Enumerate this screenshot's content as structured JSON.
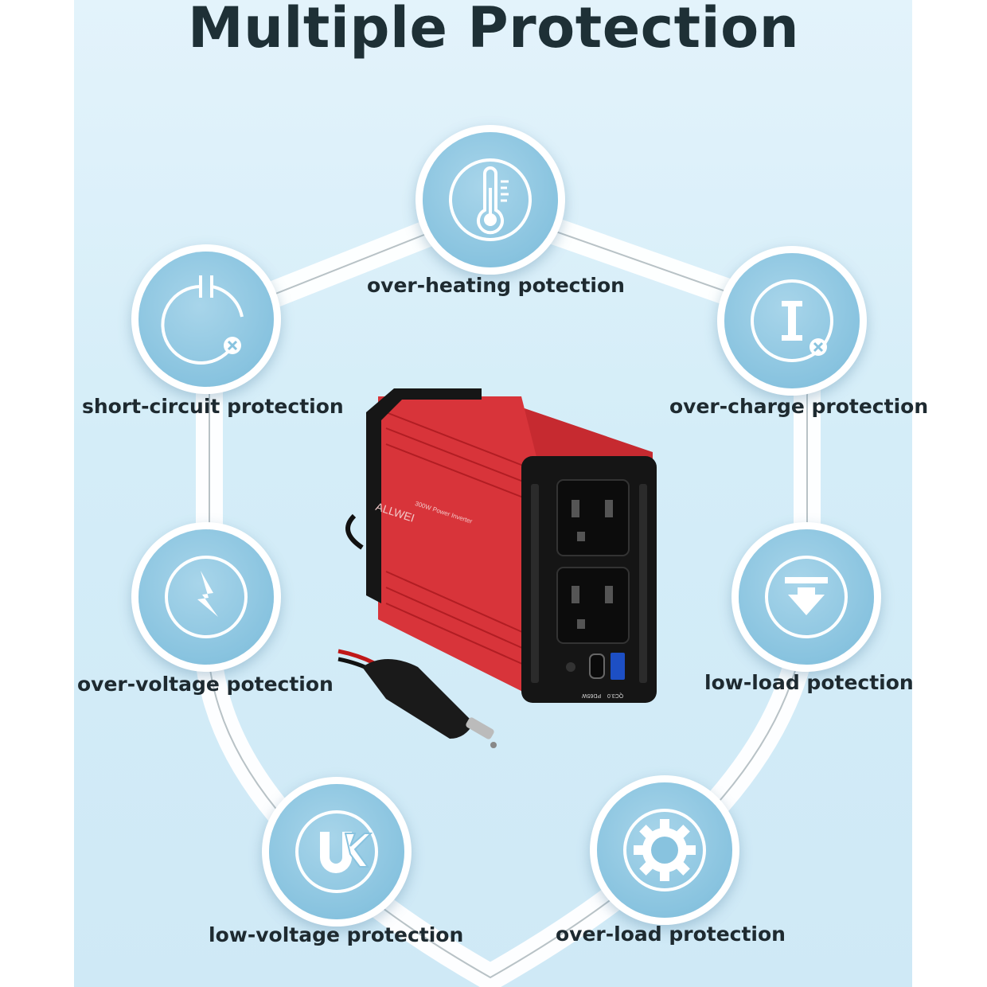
{
  "title": "Multiple Protection",
  "colors": {
    "node_fill": "#88c3df",
    "panel": "#d4edf8",
    "device_red": "#d8343a"
  },
  "features": [
    {
      "label": "over-heating potection",
      "icon": "thermometer-icon"
    },
    {
      "label": "short-circuit protection",
      "icon": "short-circuit-icon"
    },
    {
      "label": "over-charge protection",
      "icon": "over-charge-icon"
    },
    {
      "label": "over-voltage potection",
      "icon": "lightning-icon"
    },
    {
      "label": "low-load potection",
      "icon": "down-arrow-icon"
    },
    {
      "label": "low-voltage protection",
      "icon": "low-voltage-icon"
    },
    {
      "label": "over-load protection",
      "icon": "gear-icon"
    }
  ],
  "product": {
    "brand": "ALLWEI",
    "model_line": "300W Power Inverter",
    "port_pd": "PD65W",
    "port_qc": "QC3.0"
  }
}
